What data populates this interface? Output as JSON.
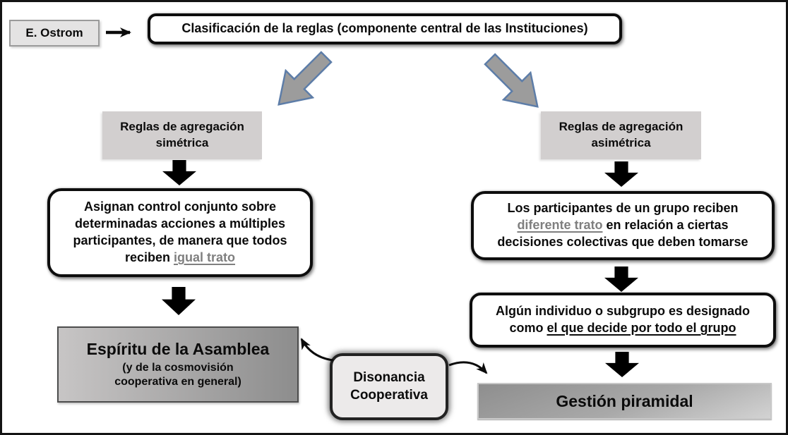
{
  "diagram": {
    "author": "E. Ostrom",
    "title": "Clasificación de la reglas (componente central de las Instituciones)",
    "left_branch": {
      "header": "Reglas de agregación simétrica",
      "rule_pre": "Asignan control conjunto sobre determinadas acciones a múltiples participantes, de manera que todos reciben ",
      "rule_underlined": "igual trato",
      "outcome_title": "Espíritu de la Asamblea",
      "outcome_subtitle": "(y de la cosmovisión cooperativa en general)"
    },
    "right_branch": {
      "header": "Reglas de agregación asimétrica",
      "rule_pre": "Los participantes de un grupo reciben ",
      "rule_underlined": "diferente trato",
      "rule_post": " en relación a ciertas decisiones colectivas que deben tomarse",
      "consequence_pre": "Algún individuo o subgrupo es designado como ",
      "consequence_underlined": "el que decide por todo el grupo",
      "outcome_title": "Gestión piramidal"
    },
    "connector_label": "Disonancia Cooperativa",
    "colors": {
      "underline_term_gray": "#7f7f7f",
      "header_box_fill": "#d2cfcf",
      "author_box_fill": "#e4e3e3",
      "block_arrow_black": "#000000",
      "branch_arrow_fill": "#9c9c9c",
      "branch_arrow_stroke": "#5d7da8",
      "assembly_gradient": [
        "#c7c5c5",
        "#8d8d8d"
      ],
      "pyramid_gradient": [
        "#8e8e8e",
        "#d3d3d3"
      ],
      "connector_fill": "#eceaea"
    }
  }
}
